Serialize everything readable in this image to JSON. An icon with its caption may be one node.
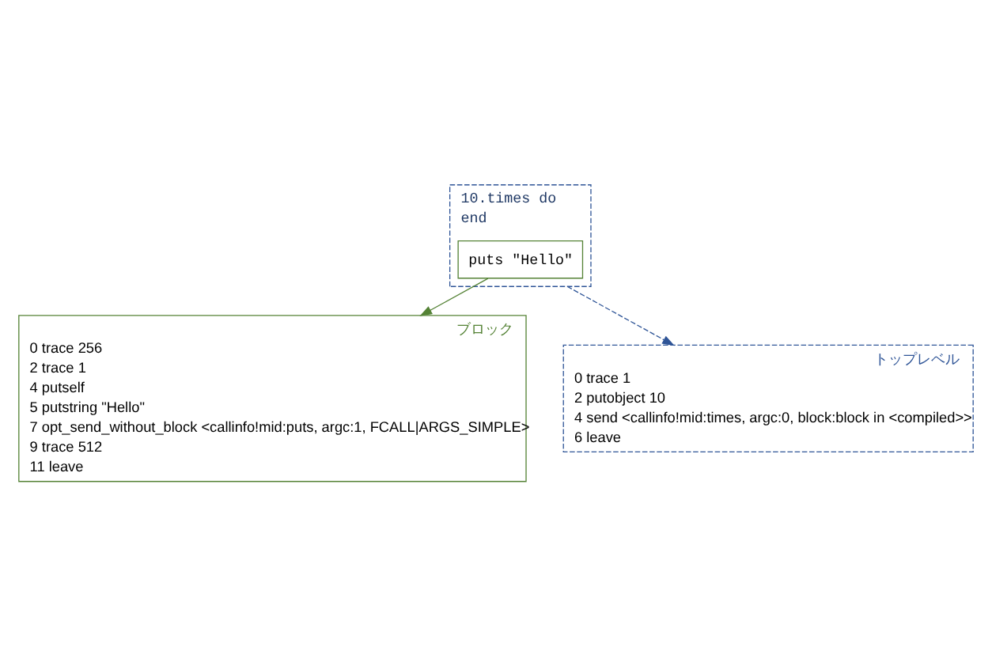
{
  "diagram": {
    "nodes": [
      {
        "text": [
          "10.times do",
          "end"
        ]
      },
      {
        "text": [
          "puts \"Hello\""
        ],
        "in": 0
      },
      {
        "text": [
          "ブロック",
          "0 trace 256",
          "2 trace 1",
          "4 putself",
          "5 putstring \"Hello\"",
          "7 opt_send_without_block <callinfo!mid:puts, argc:1, FCALL|ARGS_SIMPLE>",
          "9 trace 512",
          "11 leave"
        ]
      },
      {
        "text": [
          "トップレベル",
          "0 trace 1",
          "2 putobject 10",
          "4 send <callinfo!mid:times, argc:0, block:block in <compiled>>",
          "6 leave"
        ]
      }
    ],
    "edges": [
      {
        "from": 1,
        "to": 2,
        "arrow": "to",
        "color": "#548235"
      },
      {
        "from": 0,
        "to": 3,
        "arrow": "to",
        "style": "dashed",
        "color": "#2f5597"
      }
    ]
  }
}
